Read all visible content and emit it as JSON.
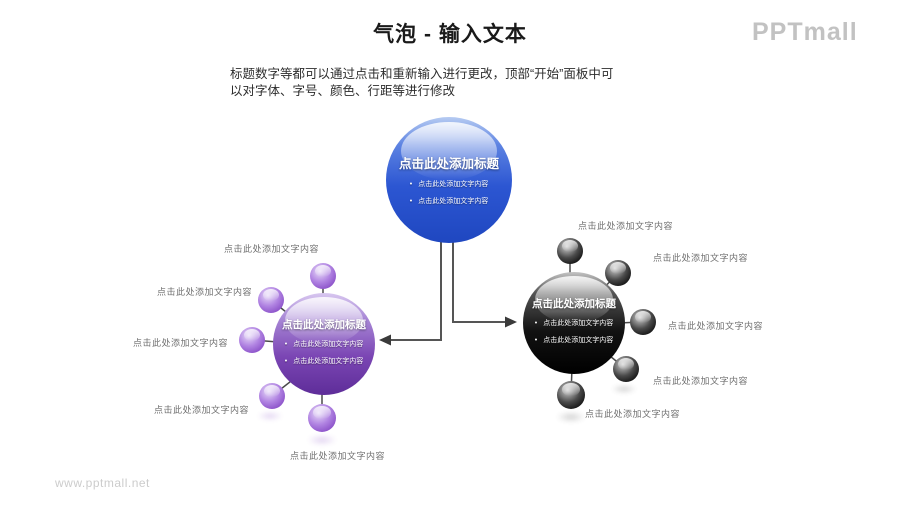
{
  "header": {
    "title": "气泡 - 输入文本",
    "description": [
      "标题数字等都可以通过点击和重新输入进行更改，顶部“开始”面板中可",
      "以对字体、字号、颜色、行距等进行修改"
    ],
    "logo": "PPTmall"
  },
  "footer": {
    "watermark": "www.pptmall.net"
  },
  "ui": {
    "bullet_char": "•"
  },
  "blue_sphere": {
    "title": "点击此处添加标题",
    "bullets": [
      "点击此处添加文字内容",
      "点击此处添加文字内容"
    ],
    "color": "#2c56d2"
  },
  "purple_cluster": {
    "title": "点击此处添加标题",
    "bullets": [
      "点击此处添加文字内容",
      "点击此处添加文字内容"
    ],
    "labels": [
      "点击此处添加文字内容",
      "点击此处添加文字内容",
      "点击此处添加文字内容",
      "点击此处添加文字内容",
      "点击此处添加文字内容"
    ],
    "color": "#7b46b4"
  },
  "black_cluster": {
    "title": "点击此处添加标题",
    "bullets": [
      "点击此处添加文字内容",
      "点击此处添加文字内容"
    ],
    "labels": [
      "点击此处添加文字内容",
      "点击此处添加文字内容",
      "点击此处添加文字内容",
      "点击此处添加文字内容",
      "点击此处添加文字内容"
    ],
    "color": "#111111"
  },
  "colors": {
    "connector": "#555555",
    "label_text": "#707070",
    "title_text": "#1a1a1a",
    "logo_grey": "#c2c2c2"
  }
}
